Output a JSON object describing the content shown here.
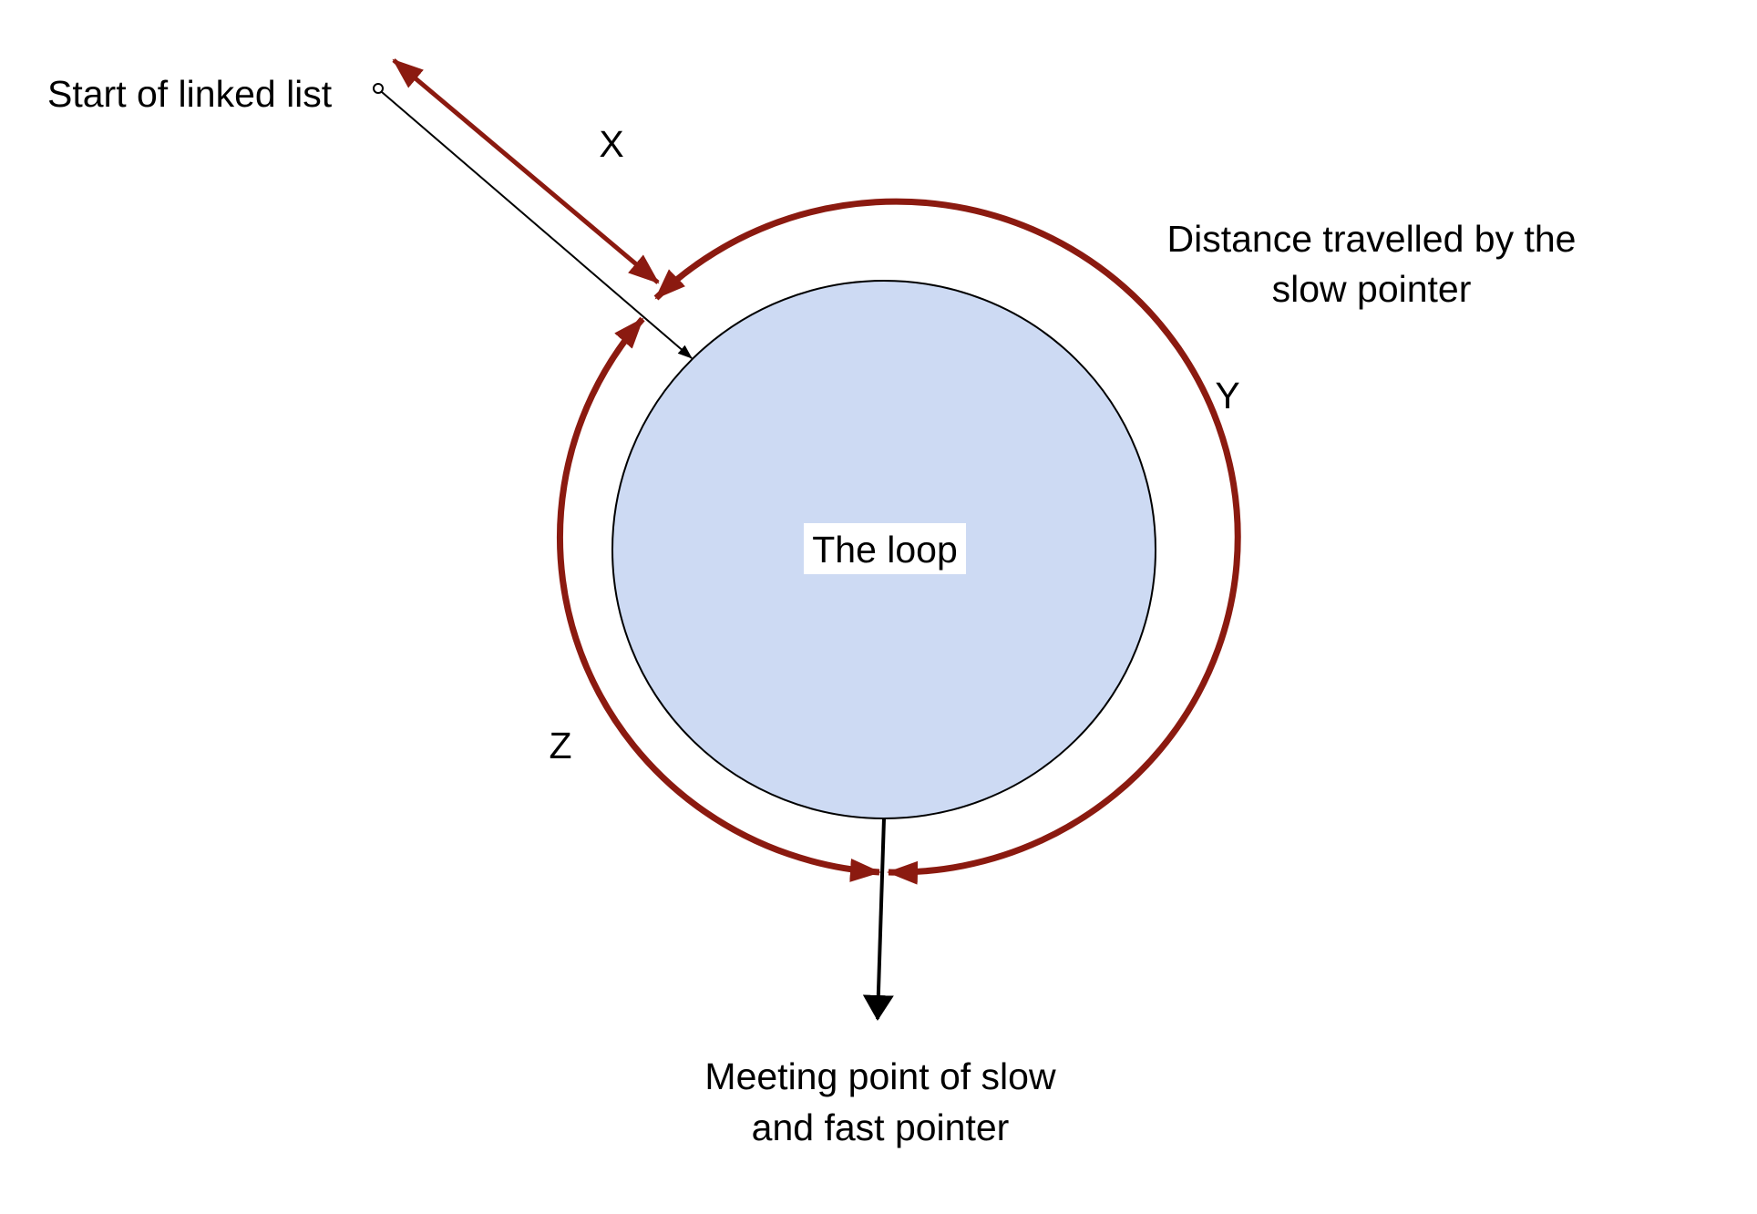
{
  "labels": {
    "start": "Start of linked list",
    "x": "X",
    "y": "Y",
    "z": "Z",
    "slow_distance_line1": "Distance travelled by the",
    "slow_distance_line2": "slow pointer",
    "loop": "The loop",
    "meeting_line1": "Meeting point of slow",
    "meeting_line2": "and fast pointer"
  },
  "colors": {
    "loop_fill": "#cddaf3",
    "distance_arrow": "#8b1a10",
    "outline": "#000000",
    "background": "#ffffff"
  }
}
